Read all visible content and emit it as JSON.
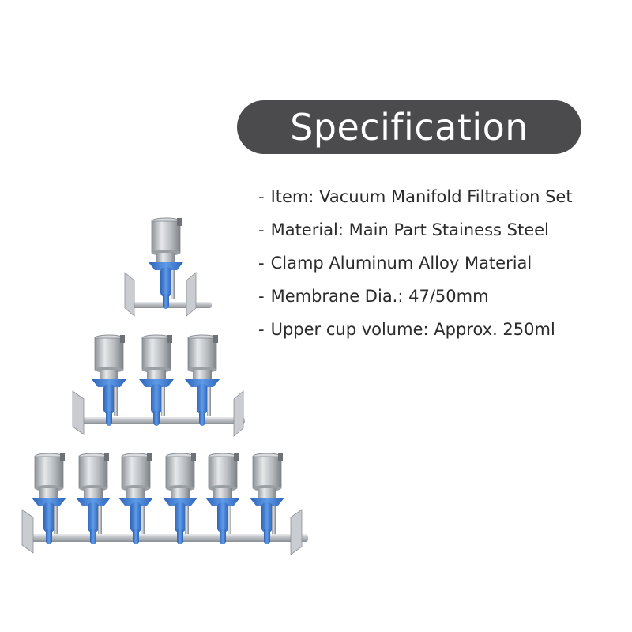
{
  "title": "Specification",
  "specs": [
    "Item: Vacuum Manifold Filtration Set",
    "Material: Main Part Stainess Steel",
    "Clamp Aluminum Alloy Material",
    "Membrane Dia.: 47/50mm",
    "Upper cup volume: Approx. 250ml"
  ],
  "colors": {
    "pill": "#4b4b4d",
    "steel": "#b8bcc0",
    "blue": "#3f7fd6"
  }
}
